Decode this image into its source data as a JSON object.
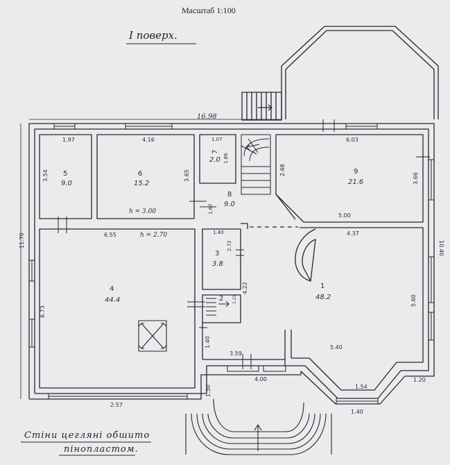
{
  "header": {
    "scale_label": "Масштаб 1:100",
    "floor_title": "I поверх."
  },
  "notes": {
    "line1": "Стіни цегляні обшито",
    "line2": "пінопластом."
  },
  "overall": {
    "width": "16.98",
    "left_depth": "11.70",
    "right_depth": "10.40"
  },
  "rooms": [
    {
      "no": "5",
      "area": "9.0",
      "width": "1.97",
      "depth": "3.54"
    },
    {
      "no": "6",
      "area": "15.2",
      "width": "4.16",
      "depth": "3.65",
      "height": "h = 3.00"
    },
    {
      "no": "7",
      "area": "2.0",
      "width": "1.07",
      "depth": "1.86"
    },
    {
      "no": "8",
      "area": "9.0",
      "d1": "1.67",
      "d2": "1.40"
    },
    {
      "no": "9",
      "area": "21.6",
      "width": "6.03",
      "depth": "3.66",
      "d1": "2.68",
      "d2": "5.00"
    },
    {
      "no": "4",
      "area": "44.4",
      "width": "6.55",
      "depth": "6.73",
      "height": "h = 2.70",
      "d1": "2.57"
    },
    {
      "no": "3",
      "area": "3.8",
      "depth": "2.72"
    },
    {
      "no": "2",
      "area": "",
      "d1": "1.21",
      "d2": "1.40",
      "d3": "4.22"
    },
    {
      "no": "1",
      "area": "48.2",
      "width": "4.37",
      "depth": "5.60",
      "d1": "5.40",
      "d2": "1.40"
    }
  ],
  "dims": {
    "porch_width": "3.59",
    "bay_width": "4.00",
    "d_130": "1.30",
    "d_154": "1.54",
    "d_120": "1.20",
    "d_140_bottom": "1.40"
  }
}
